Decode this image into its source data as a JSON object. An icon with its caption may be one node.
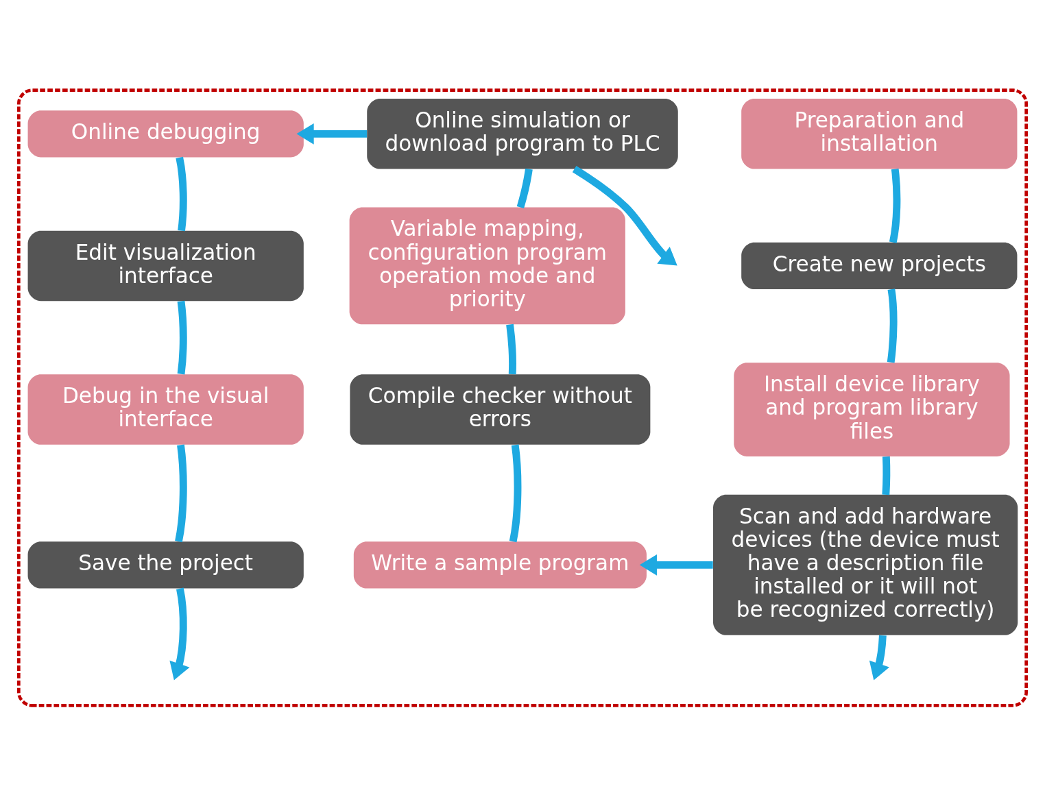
{
  "diagram": {
    "nodes": [
      {
        "text": [],
        "shape": "box"
      },
      {
        "text": [
          "Preparation and installation"
        ],
        "in": 0
      },
      {
        "text": [
          "Create new projects"
        ],
        "in": 0
      },
      {
        "text": [
          "Install device library and program library files"
        ],
        "in": 0
      },
      {
        "text": [
          "Scan and add hardware devices (the device must have a description file installed or it will not be recognized correctly)"
        ],
        "in": 0
      },
      {
        "text": [
          "Write a sample program"
        ],
        "in": 0
      },
      {
        "text": [
          "Compile checker without errors"
        ],
        "in": 0
      },
      {
        "text": [
          "Variable mapping, configuration program operation mode and priority"
        ],
        "in": 0
      },
      {
        "text": [
          "Online simulation or download program to PLC"
        ],
        "in": 0
      },
      {
        "text": [
          "Online debugging"
        ],
        "in": 0
      },
      {
        "text": [
          "Edit visualization interface"
        ],
        "in": 0
      },
      {
        "text": [
          "Debug in the visual interface"
        ],
        "in": 0
      },
      {
        "text": [
          "Save the project"
        ],
        "in": 0
      }
    ],
    "edges": [
      {
        "from": 1,
        "to": 2,
        "arrow": "none"
      },
      {
        "from": 2,
        "to": 3,
        "arrow": "none"
      },
      {
        "from": 3,
        "to": 4,
        "arrow": "none"
      },
      {
        "from": 4,
        "to": null,
        "arrow": "to"
      },
      {
        "from": 4,
        "to": 5,
        "arrow": "to"
      },
      {
        "from": 5,
        "to": 6,
        "arrow": "none"
      },
      {
        "from": 6,
        "to": 7,
        "arrow": "none"
      },
      {
        "from": 7,
        "to": 8,
        "arrow": "none"
      },
      {
        "from": 8,
        "to": null,
        "arrow": "to"
      },
      {
        "from": 8,
        "to": 9,
        "arrow": "to"
      },
      {
        "from": 9,
        "to": 10,
        "arrow": "none"
      },
      {
        "from": 10,
        "to": 11,
        "arrow": "none"
      },
      {
        "from": 11,
        "to": 12,
        "arrow": "none"
      },
      {
        "from": 12,
        "to": null,
        "arrow": "to"
      }
    ]
  }
}
